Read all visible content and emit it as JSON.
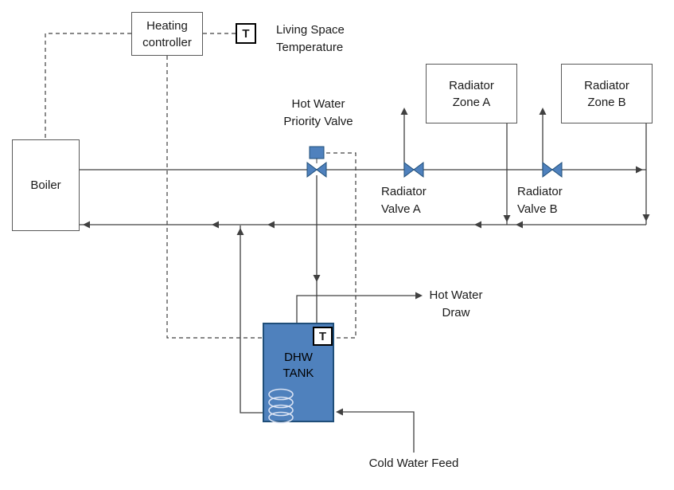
{
  "diagram": {
    "nodes": {
      "heating_controller": {
        "label_line1": "Heating",
        "label_line2": "controller"
      },
      "boiler": {
        "label": "Boiler"
      },
      "radiator_zone_a": {
        "label_line1": "Radiator",
        "label_line2": "Zone A"
      },
      "radiator_zone_b": {
        "label_line1": "Radiator",
        "label_line2": "Zone B"
      },
      "dhw_tank": {
        "label_line1": "DHW",
        "label_line2": "TANK"
      }
    },
    "sensors": {
      "living_space_sensor": {
        "symbol": "T",
        "label_line1": "Living Space",
        "label_line2": "Temperature"
      },
      "dhw_tank_sensor": {
        "symbol": "T"
      }
    },
    "valves": {
      "priority_valve": {
        "label_line1": "Hot Water",
        "label_line2": "Priority Valve"
      },
      "radiator_valve_a": {
        "label_line1": "Radiator",
        "label_line2": "Valve A"
      },
      "radiator_valve_b": {
        "label_line1": "Radiator",
        "label_line2": "Valve B"
      }
    },
    "flows": {
      "hot_water_draw": {
        "label_line1": "Hot Water",
        "label_line2": "Draw"
      },
      "cold_water_feed": {
        "label": "Cold Water Feed"
      }
    },
    "colors": {
      "tank_fill": "#4f81bd",
      "component_border": "#1f4e79",
      "valve_fill": "#4f81bd",
      "coil_stroke": "#d9e2f3",
      "line": "#404040"
    }
  }
}
